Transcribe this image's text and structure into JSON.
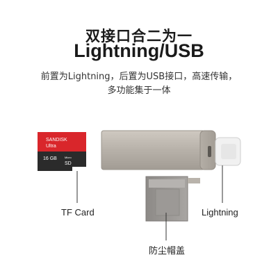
{
  "headline": {
    "line1": "双接口合二为一",
    "line2": "Lightning/USB"
  },
  "description": {
    "line1": "前置为Lightning，后置为USB接口，高速传输，",
    "line2": "多功能集于一体"
  },
  "sd_card": {
    "brand": "SANDISK",
    "series": "Ultra",
    "capacity": "16 GB",
    "type_small": "Micro",
    "type": "SD"
  },
  "labels": {
    "tf_card": "TF Card",
    "lightning": "Lightning",
    "dust_cap": "防尘帽盖"
  },
  "colors": {
    "card_red": "#d9262b",
    "card_dark": "#2b2b2b",
    "metal": "#b9b3ab"
  }
}
